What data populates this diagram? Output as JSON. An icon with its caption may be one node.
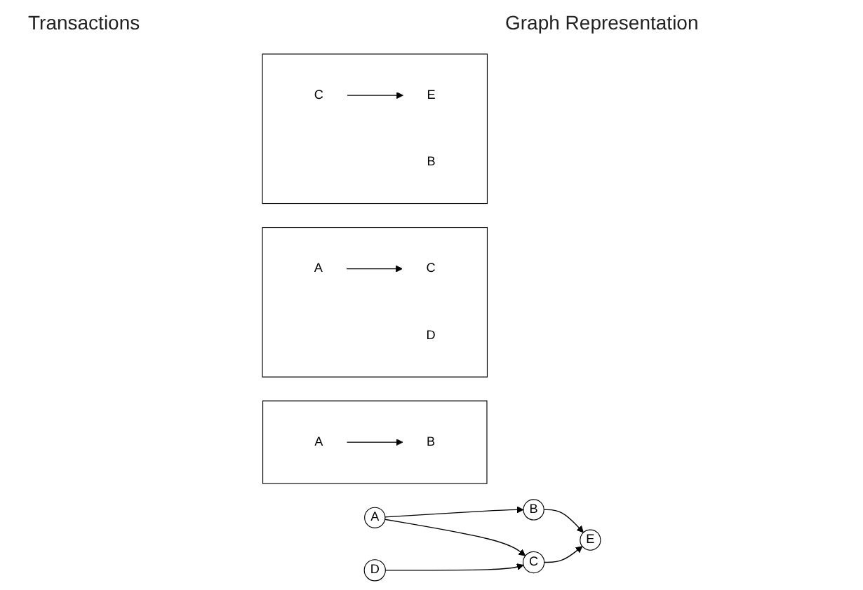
{
  "diagram": {
    "nodes": [
      {
        "text": [],
        "shape": "box"
      },
      {
        "text": [
          "A"
        ],
        "in": 0
      },
      {
        "text": [
          "B"
        ],
        "in": 0
      },
      {
        "text": [],
        "shape": "box"
      },
      {
        "text": [
          "A"
        ],
        "in": 3
      },
      {
        "text": [
          "C"
        ],
        "in": 3
      },
      {
        "text": [
          "D"
        ],
        "in": 3
      },
      {
        "text": [],
        "shape": "box"
      },
      {
        "text": [
          "C"
        ],
        "in": 7
      },
      {
        "text": [
          "E"
        ],
        "in": 7
      },
      {
        "text": [
          "B"
        ],
        "in": 7
      },
      {
        "text": [
          "A"
        ]
      },
      {
        "text": [
          "B"
        ]
      },
      {
        "text": [
          "C"
        ]
      },
      {
        "text": [
          "E"
        ]
      },
      {
        "text": [
          "D"
        ]
      }
    ],
    "edges": [
      {
        "from": 1,
        "to": 2,
        "arrow": "to"
      },
      {
        "from": 4,
        "to": 5,
        "arrow": "to"
      },
      {
        "from": 8,
        "to": 9,
        "arrow": "to"
      },
      {
        "from": 11,
        "to": 12,
        "arrow": "to"
      },
      {
        "from": 11,
        "to": 13,
        "arrow": "to"
      },
      {
        "from": 12,
        "to": 14,
        "arrow": "to"
      },
      {
        "from": 13,
        "to": 14,
        "arrow": "to"
      },
      {
        "from": 15,
        "to": 13,
        "arrow": "to"
      }
    ],
    "labels": [
      "Transactions",
      "Graph Representation"
    ]
  }
}
